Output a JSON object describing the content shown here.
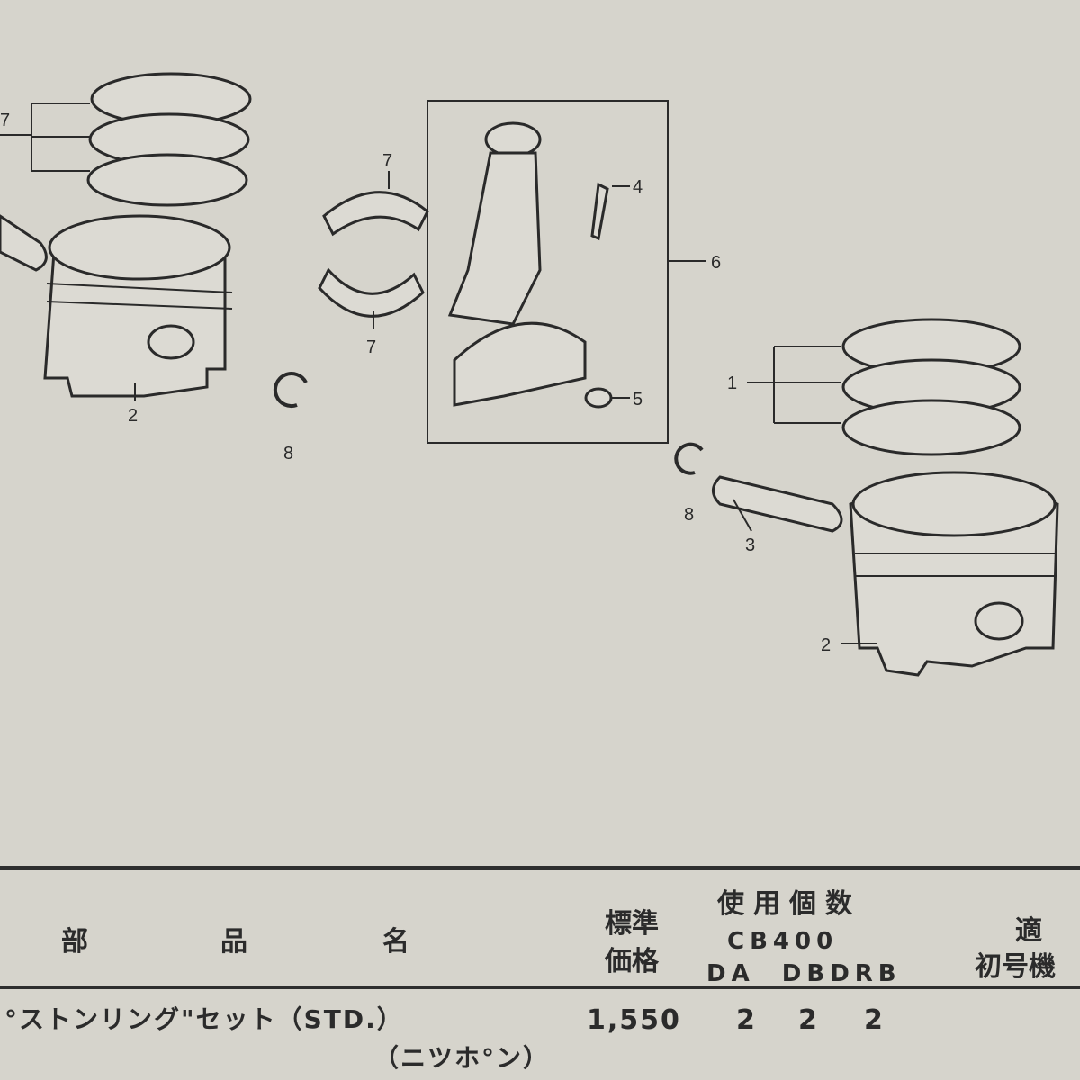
{
  "diagram": {
    "callouts": [
      "7",
      "2",
      "8",
      "7",
      "7",
      "4",
      "6",
      "5",
      "1",
      "8",
      "3",
      "2"
    ]
  },
  "table": {
    "headers": {
      "part_name_chars": [
        "部",
        "品",
        "名"
      ],
      "price": [
        "標準",
        "価格"
      ],
      "usage": "使用個数",
      "model": "CB400",
      "variants": "DA  DBDRB",
      "applicable": "適",
      "first_unit": "初号機"
    },
    "rows": [
      {
        "name": "°ストンリング\"セット（STD.）",
        "sub": "（ニツホ°ン）",
        "price": "1,550",
        "qty": [
          "2",
          "2",
          "2"
        ]
      }
    ]
  }
}
